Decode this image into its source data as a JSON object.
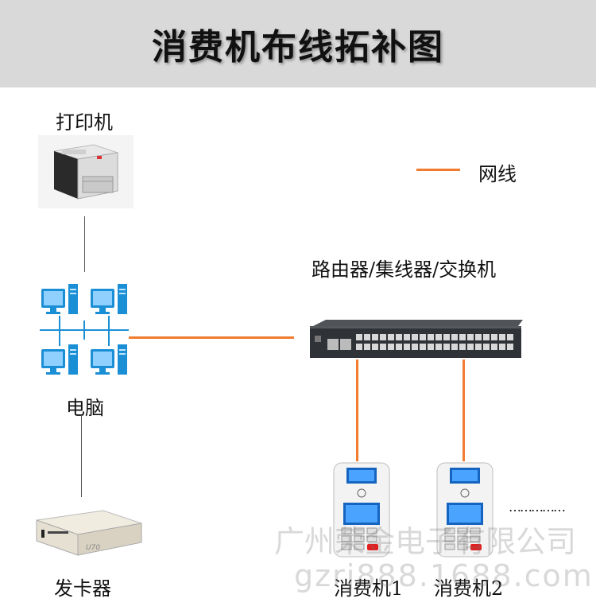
{
  "title": "消费机布线拓补图",
  "legend": {
    "label": "网线",
    "color": "#f07c30"
  },
  "nodes": {
    "printer": "打印机",
    "computer": "电脑",
    "card_issuer": "发卡器",
    "switch": "路由器/集线器/交换机",
    "terminal1": "消费机1",
    "terminal2": "消费机2",
    "more": "……………"
  },
  "colors": {
    "cable": "#f07c30",
    "gray_link": "#555555",
    "title_bg": "#d9d9d9"
  },
  "watermark": {
    "line1": "广州荣金电子有限公司",
    "line2": "gzrj888.1688.com"
  }
}
